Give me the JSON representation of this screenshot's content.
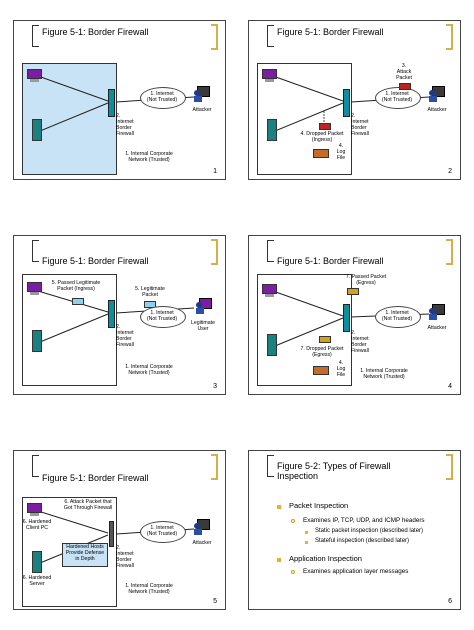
{
  "slides": [
    {
      "title": "Figure 5-1: Border Firewall",
      "number": "1",
      "labels": {
        "cloud": "1. Internet\n(Not Trusted)",
        "fw": "2.\nInternet\nBorder\nFirewall",
        "attacker": "Attacker",
        "corp": "1. Internal Corporate\nNetwork (Trusted)"
      }
    },
    {
      "title": "Figure 5-1: Border Firewall",
      "number": "2",
      "labels": {
        "cloud": "1. Internet\n(Not Trusted)",
        "fw": "2.\nInternet\nBorder\nFirewall",
        "attacker": "Attacker",
        "attack": "3.\nAttack\nPacket",
        "dropped": "4. Dropped Packet\n(Ingress)",
        "log": "4.\nLog\nFile"
      }
    },
    {
      "title": "Figure 5-1: Border Firewall",
      "number": "3",
      "labels": {
        "cloud": "1. Internet\n(Not Trusted)",
        "fw": "2.\nInternet\nBorder\nFirewall",
        "passed": "5. Passed Legitimate\nPacket (Ingress)",
        "legit_packet": "5. Legitimate\nPacket",
        "legit_user": "Legitimate\nUser",
        "corp": "1. Internal Corporate\nNetwork (Trusted)"
      }
    },
    {
      "title": "Figure 5-1: Border Firewall",
      "number": "4",
      "labels": {
        "cloud": "1. Internet\n(Not Trusted)",
        "fw": "2.\nInternet\nBorder\nFirewall",
        "attacker": "Attacker",
        "passed": "7. Passed Packet\n(Egress)",
        "dropped": "7. Dropped Packet\n(Egress)",
        "log": "4.\nLog\nFile",
        "corp": "1. Internal Corporate\nNetwork (Trusted)"
      }
    },
    {
      "title": "Figure 5-1: Border Firewall",
      "number": "5",
      "labels": {
        "cloud": "1. Internet\n(Not Trusted)",
        "fw": "2.\nInternet\nBorder\nFirewall",
        "attacker": "Attacker",
        "through": "6. Attack Packet that\nGot Through Firewall",
        "client": "6. Hardened\nClient PC",
        "hosts": "Hardened Hosts\nProvide Defense\nin Depth",
        "server": "6. Hardened\nServer",
        "corp": "1. Internal Corporate\nNetwork (Trusted)"
      }
    },
    {
      "title": "Figure 5-2: Types of Firewall\nInspection",
      "number": "6",
      "bullets": [
        {
          "text": "Packet Inspection",
          "sub": [
            {
              "text": "Examines IP, TCP, UDP, and ICMP headers",
              "sub": [
                "Static packet inspection (described later)",
                "Stateful inspection (described later)"
              ]
            }
          ]
        },
        {
          "text": "Application Inspection",
          "sub": [
            {
              "text": "Examines application layer messages",
              "sub": []
            }
          ]
        }
      ]
    }
  ],
  "icons": {
    "client": "client-pc-icon",
    "server": "server-icon",
    "firewall": "firewall-icon",
    "attacker": "attacker-icon",
    "cloud": "internet-cloud-icon",
    "log": "log-file-icon",
    "packet": "packet-icon"
  },
  "colors": {
    "trusted_fill": "#c7e3f5",
    "bracket_gold": "#d4b04a",
    "client_pc": "#7a1fa0",
    "server": "#1a8080",
    "firewall": "#0a8fa0"
  }
}
